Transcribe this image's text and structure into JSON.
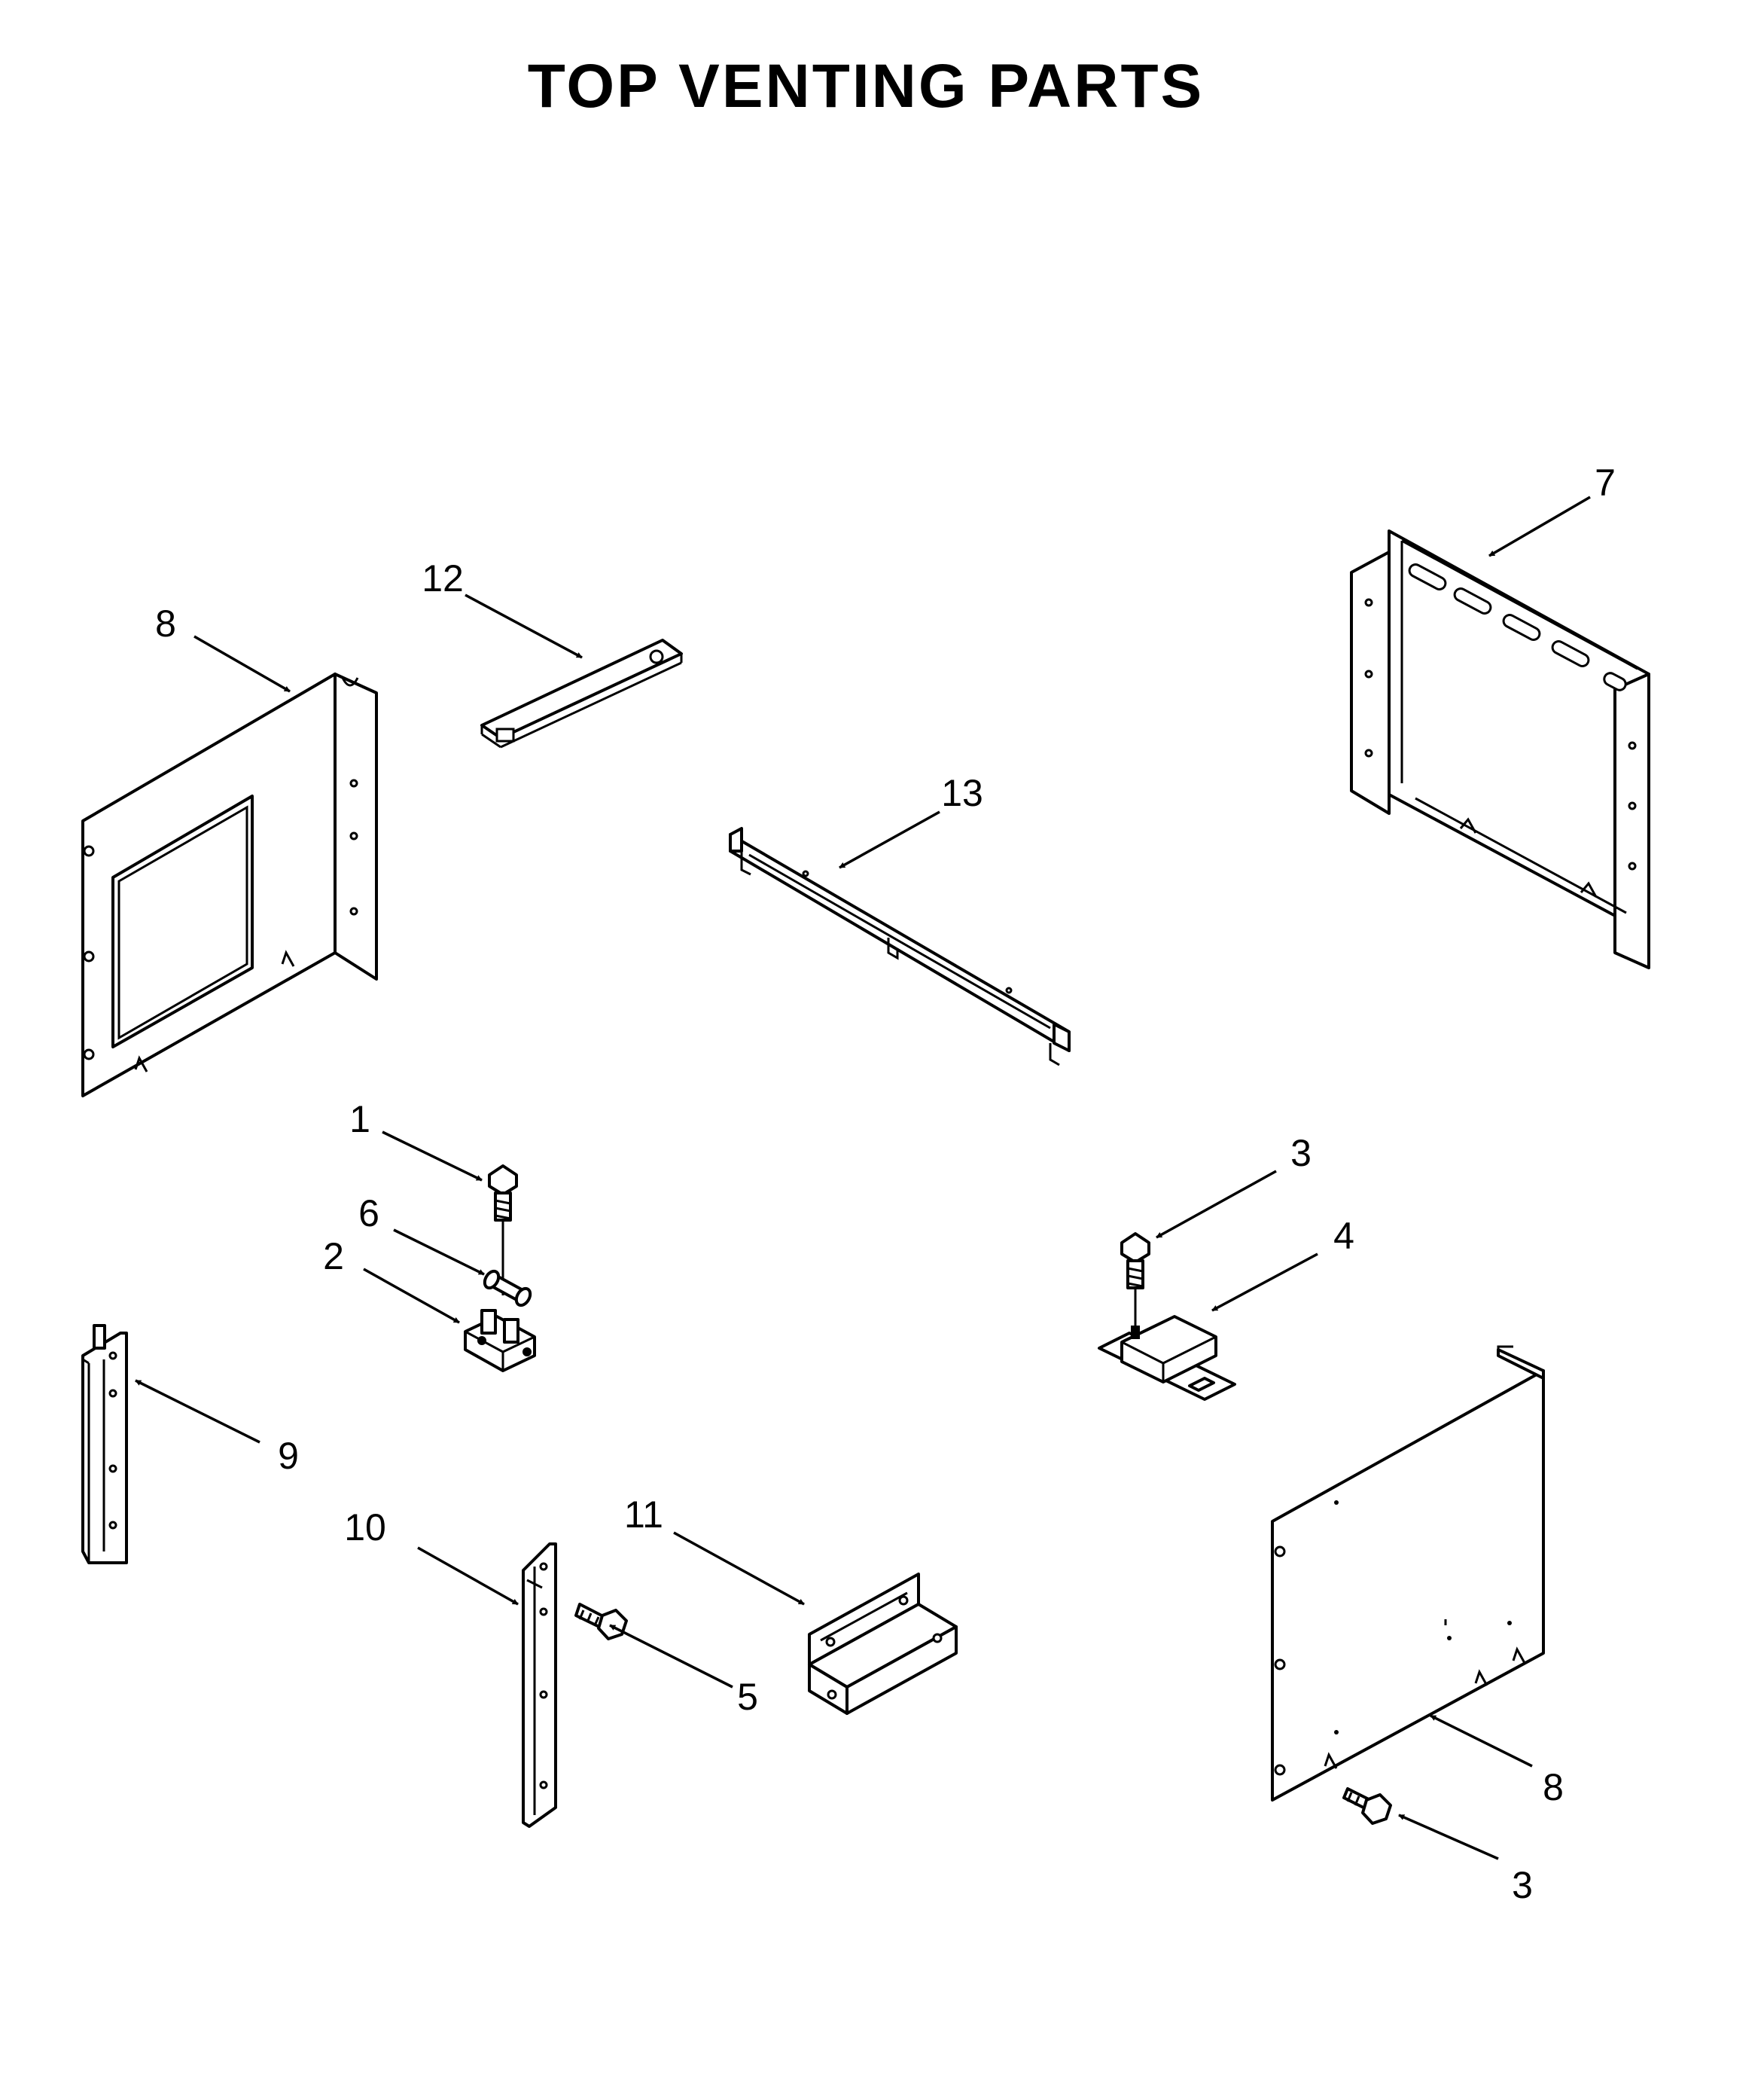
{
  "title": "TOP VENTING PARTS",
  "callouts": [
    "7",
    "12",
    "8",
    "13",
    "1",
    "6",
    "2",
    "3",
    "4",
    "9",
    "10",
    "11",
    "5",
    "8",
    "3"
  ]
}
